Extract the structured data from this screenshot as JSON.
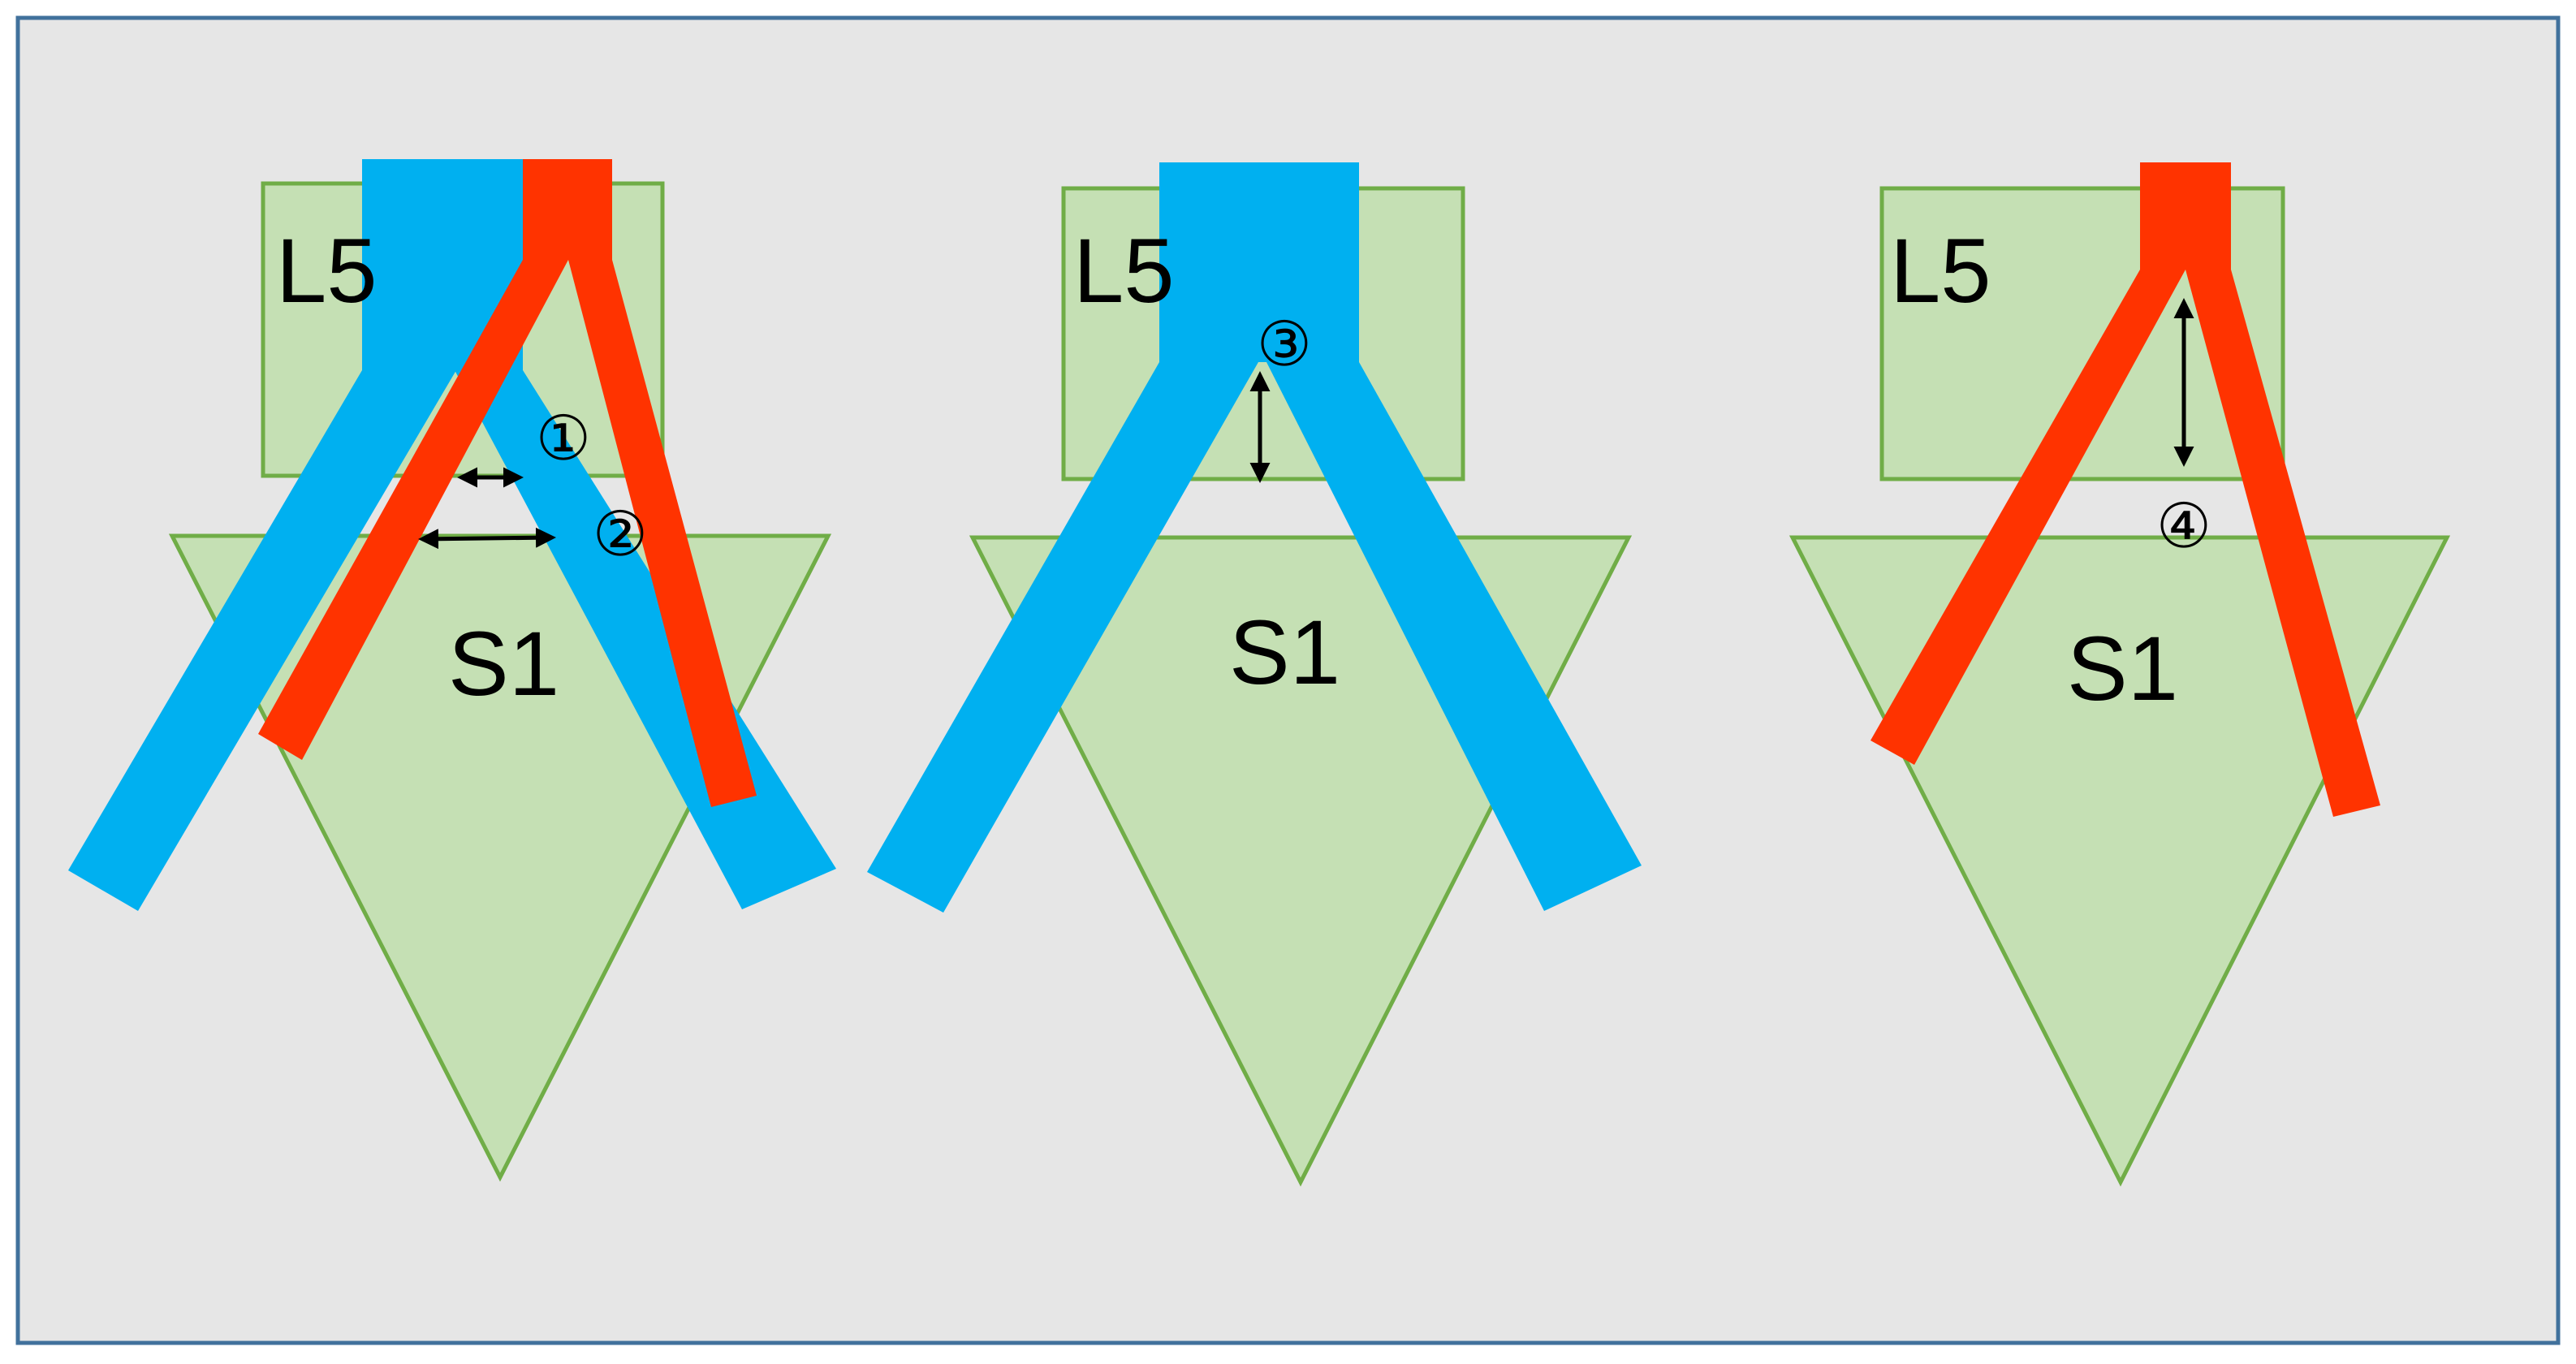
{
  "colors": {
    "background": "#e6e6e6",
    "frame": "#41719c",
    "bone_fill": "#c5e0b4",
    "bone_stroke": "#70ad47",
    "blue_vessel": "#00b0f0",
    "red_vessel": "#ff3300",
    "annotation": "#000000"
  },
  "panels": [
    {
      "vertebra_upper_label": "L5",
      "vertebra_lower_label": "S1",
      "vessels_shown": [
        "blue",
        "red"
      ],
      "markers": [
        "①",
        "②"
      ]
    },
    {
      "vertebra_upper_label": "L5",
      "vertebra_lower_label": "S1",
      "vessels_shown": [
        "blue"
      ],
      "markers": [
        "③"
      ]
    },
    {
      "vertebra_upper_label": "L5",
      "vertebra_lower_label": "S1",
      "vessels_shown": [
        "red"
      ],
      "markers": [
        "④"
      ]
    }
  ],
  "icons": {
    "arrow": "double-headed-arrow-icon",
    "marker": "circled-number-icon"
  }
}
